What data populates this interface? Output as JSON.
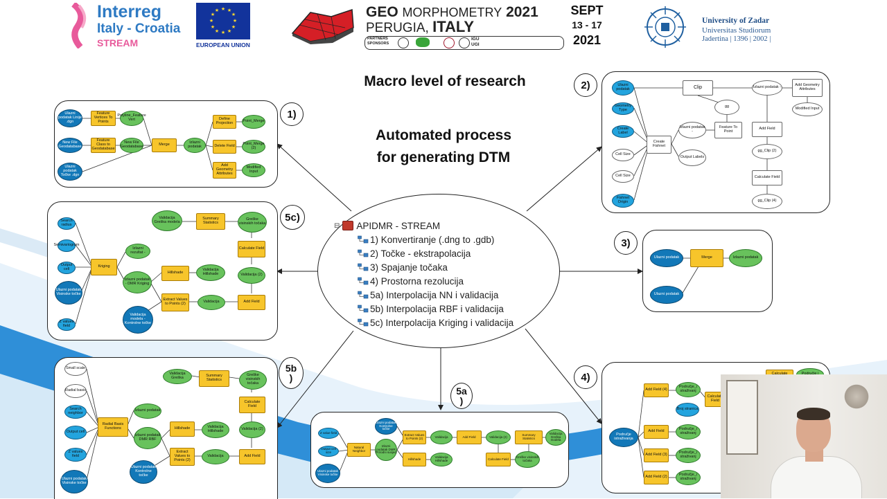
{
  "header": {
    "interreg_line1": "Interreg",
    "interreg_line2": "Italy - Croatia",
    "interreg_line3": "STREAM",
    "eu_label": "EUROPEAN UNION",
    "conf_geo": "GEO",
    "conf_morph": "MORPHOMETRY",
    "conf_year": "2021",
    "conf_city": "PERUGIA,",
    "conf_country": "ITALY",
    "partners_label": "PARTNERS",
    "sponsors_label": "SPONSORS",
    "igu_label": "IGU",
    "ugi_label": "UGI",
    "date_line1": "SEPT",
    "date_line2": "13 - 17",
    "date_line3": "2021",
    "uni_line1": "University of Zadar",
    "uni_line2": "Universitas Studiorum",
    "uni_line3": "Jadertina | 1396 | 2002 |"
  },
  "slide": {
    "title": "Macro level of research",
    "subtitle_line1": "Automated process",
    "subtitle_line2": "for generating DTM"
  },
  "toolbox": {
    "name": "APIDMR - STREAM",
    "items": [
      "1) Konvertiranje (.dng to .gdb)",
      "2) Točke - ekstrapolacija",
      "3) Spajanje točaka",
      "4) Prostorna rezolucija",
      "5a) Interpolacija NN i validacija",
      "5b) Interpolacija RBF i validacija",
      "5c) Interpolacija Kriging i validacija"
    ]
  },
  "labels": {
    "p1": "1)",
    "p2": "2)",
    "p3": "3)",
    "p4": "4)",
    "p5a_1": "5a",
    "p5a_2": ")",
    "p5b_1": "5b",
    "p5b_2": ")",
    "p5c": "5c)"
  },
  "model1": {
    "in1": "Ulazni podatak Linije .dgn",
    "in2": "New File Geodatabase",
    "in3": "Ulazni podatak Točke .dgn",
    "tool1": "Feature Vertices To Points",
    "tool2": "Feature Class to Geodatabase",
    "out1": "Polyline_Feature Vert",
    "out2": "New File Geodatabase",
    "merge": "Merge",
    "izl": "Izlazni podatak",
    "defproj": "Define Projection",
    "delfield": "Delete Field",
    "addgeo": "Add Geometry Attributes",
    "pm1": "Point_Merge",
    "pm2": "Point_Merge (2)",
    "mod": "Modified Input"
  },
  "model2": {
    "in1": "Ulazni podatak",
    "geom": "Geometry Type",
    "label": "Create Label",
    "cs1": "Cell Size",
    "cs2": "Cell Size",
    "origin": "Fishnet Origin",
    "clip": "Clip",
    "gg": "gg",
    "fishnet": "Create Fishnet",
    "izl2": "Izlazni podatak -",
    "ftp": "Feature To Point",
    "outlabels": "Output Labels",
    "izl1": "Izlazni podatak -",
    "addgeo": "Add Geometry Attributes",
    "mod": "Modified Input",
    "addfield": "Add Field",
    "ggclip2": "gg_Clip (2)",
    "calc": "Calculate Field",
    "ggclip4": "gg_Clip (4)"
  },
  "model3": {
    "in1": "Ulazni podatak",
    "in2": "Ulazni podatak",
    "merge": "Merge",
    "out": "Izlazni podatak"
  },
  "model4": {
    "in": "Područje istraživanja",
    "af4": "Add Field (4)",
    "af": "Add Field",
    "af3": "Add Field (3)",
    "af2": "Add Field (2)",
    "o1": "Područje_i straživanj",
    "o2": "Područje_i straživanj",
    "o3": "Područje_i straživanj",
    "o4": "Područje_i straživanj",
    "broj": "Broj stranica",
    "calc": "Calculate Field",
    "calc2": "Calculate",
    "pod2": "Područje i"
  },
  "model5a": {
    "zval": "Z value field",
    "ocs": "Output cell size",
    "uin": "Ulazni podatak Visinske točke",
    "nn": "Natural Neighbor",
    "izl": "Izlazni podatak DMR Prirodni susjed",
    "uval": "Ulazni podatak Kontrolne točke",
    "extract": "Extract Values to Points (2)",
    "hill": "Hillshade",
    "val": "Validacija",
    "valh": "Validacija Hillshade",
    "af": "Add Field",
    "val2": "Validacija (2)",
    "calc": "Calculate Field",
    "sumst": "Summary Statistics",
    "greske": "Greške visinskih točaka",
    "valg": "Validacija Greška modela"
  },
  "model5b": {
    "small": "Small scale",
    "radial": "Radial basis",
    "search": "Search neighbor",
    "ocell": "Output cell",
    "zval": "Z values field",
    "uin": "Ulazni podatak Visinske točke",
    "rbf": "Radial Basis Functions",
    "izl": "Izlazni podatak",
    "izldmr": "Izlazni podatak DMR RBF",
    "hill": "Hillshade",
    "valh": "Validacija Hillshade",
    "extract": "Extract Values to Points (2)",
    "val": "Validacija",
    "af": "Add Field",
    "uctrl": "Ulazni podatak Kontrolne točke",
    "val2": "Validacija (2)",
    "calc": "Calculate Field",
    "greske": "Greške visinskih točaka",
    "sumst": "Summary Statistics",
    "valg": "Validacija Greška"
  },
  "model5c": {
    "srad": "Search radius",
    "semi": "Semivariogram",
    "ocell": "Output cell",
    "uin": "Ulazni podatak Visinske točke",
    "zval": "Z values field",
    "krig": "Kriging",
    "izlrez": "Izlazni rezultat -",
    "izldmr": "Izlazni podatak - DMR Kriging",
    "hill": "Hillshade",
    "valh": "Validacija Hillshade",
    "extract": "Extract Values to Points (2)",
    "val": "Validacija",
    "af": "Add Field",
    "valm": "Validacija modela - Kontrolne točke",
    "val2": "Validacija (2)",
    "calc": "Calculate Field",
    "greske": "Greške visinskih točaka",
    "sumst": "Summary Statistics",
    "valg": "Validacija Greška modela"
  }
}
